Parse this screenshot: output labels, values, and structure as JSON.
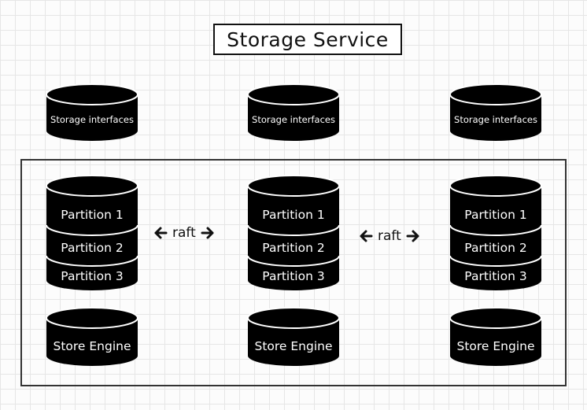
{
  "title": "Storage Service",
  "nodes": [
    {
      "interface": "Storage interfaces",
      "partitions": [
        "Partition 1",
        "Partition 2",
        "Partition 3"
      ],
      "engine": "Store Engine"
    },
    {
      "interface": "Storage interfaces",
      "partitions": [
        "Partition 1",
        "Partition 2",
        "Partition 3"
      ],
      "engine": "Store Engine"
    },
    {
      "interface": "Storage interfaces",
      "partitions": [
        "Partition 1",
        "Partition 2",
        "Partition 3"
      ],
      "engine": "Store Engine"
    }
  ],
  "links": [
    {
      "label": "raft"
    },
    {
      "label": "raft"
    }
  ]
}
